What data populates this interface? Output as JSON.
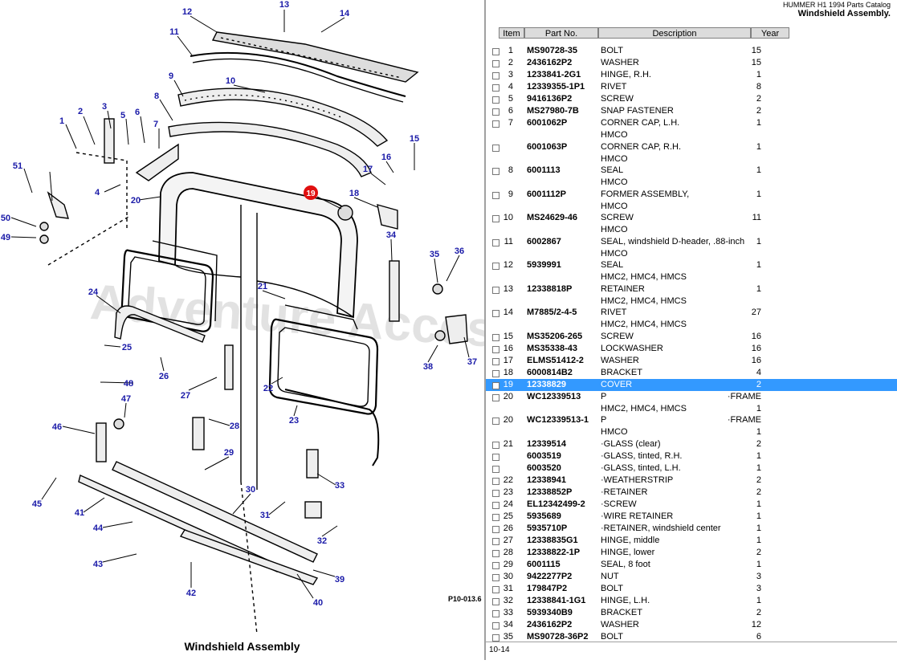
{
  "catalog_title": "HUMMER H1 1994 Parts Catalog",
  "section_title": "Windshield Assembly.",
  "diagram_title": "Windshield Assembly",
  "figure_id": "P10-013.6",
  "page_number": "10-14",
  "highlight_callout": "19",
  "watermark_text": "Adventure Accessories",
  "columns": {
    "item": "Item",
    "part": "Part No.",
    "desc": "Description",
    "year": "Year"
  },
  "rows": [
    {
      "item": "1",
      "part": "MS90728-35",
      "desc": "BOLT",
      "qty": "15"
    },
    {
      "item": "2",
      "part": "2436162P2",
      "desc": "WASHER",
      "qty": "15"
    },
    {
      "item": "3",
      "part": "1233841-2G1",
      "desc": "HINGE, R.H.",
      "qty": "1"
    },
    {
      "item": "4",
      "part": "12339355-1P1",
      "desc": "RIVET",
      "qty": "8"
    },
    {
      "item": "5",
      "part": "9416136P2",
      "desc": "SCREW",
      "qty": "2"
    },
    {
      "item": "6",
      "part": "MS27980-7B",
      "desc": "SNAP FASTENER",
      "qty": "2"
    },
    {
      "item": "7",
      "part": "6001062P",
      "desc": "CORNER CAP, L.H.",
      "qty": "1",
      "sub": "HMCO"
    },
    {
      "item": "",
      "part": "6001063P",
      "desc": "CORNER CAP, R.H.",
      "qty": "1",
      "sub": "HMCO"
    },
    {
      "item": "8",
      "part": "6001113",
      "desc": "SEAL",
      "qty": "1",
      "sub": "HMCO"
    },
    {
      "item": "9",
      "part": "6001112P",
      "desc": "FORMER ASSEMBLY,",
      "qty": "1",
      "sub": "HMCO"
    },
    {
      "item": "10",
      "part": "MS24629-46",
      "desc": "SCREW",
      "qty": "11",
      "sub": "HMCO"
    },
    {
      "item": "11",
      "part": "6002867",
      "desc": "SEAL, windshield D-header, .88-inch",
      "qty": "1",
      "sub": "HMCO"
    },
    {
      "item": "12",
      "part": "5939991",
      "desc": "SEAL",
      "qty": "1",
      "sub": "HMC2, HMC4, HMCS"
    },
    {
      "item": "13",
      "part": "12338818P",
      "desc": "RETAINER",
      "qty": "1",
      "sub": "HMC2, HMC4, HMCS"
    },
    {
      "item": "14",
      "part": "M7885/2-4-5",
      "desc": "RIVET",
      "qty": "27",
      "sub": "HMC2, HMC4, HMCS"
    },
    {
      "item": "15",
      "part": "MS35206-265",
      "desc": "SCREW",
      "qty": "16"
    },
    {
      "item": "16",
      "part": "MS35338-43",
      "desc": "LOCKWASHER",
      "qty": "16"
    },
    {
      "item": "17",
      "part": "ELMS51412-2",
      "desc": "WASHER",
      "qty": "16"
    },
    {
      "item": "18",
      "part": "6000814B2",
      "desc": "BRACKET",
      "qty": "4"
    },
    {
      "item": "19",
      "part": "12338829",
      "desc": "COVER",
      "qty": "2",
      "selected": true
    },
    {
      "item": "20",
      "part": "WC12339513",
      "desc": "P",
      "qty": "·FRAME",
      "sub": "HMC2, HMC4, HMCS",
      "subqty": "1"
    },
    {
      "item": "20",
      "part": "WC12339513-1",
      "desc": "P",
      "qty": "·FRAME",
      "sub": "HMCO",
      "subqty": "1"
    },
    {
      "item": "21",
      "part": "12339514",
      "desc": "·GLASS (clear)",
      "qty": "2"
    },
    {
      "item": "",
      "part": "6003519",
      "desc": "·GLASS, tinted, R.H.",
      "qty": "1"
    },
    {
      "item": "",
      "part": "6003520",
      "desc": "·GLASS, tinted, L.H.",
      "qty": "1"
    },
    {
      "item": "22",
      "part": "12338941",
      "desc": "·WEATHERSTRIP",
      "qty": "2"
    },
    {
      "item": "23",
      "part": "12338852P",
      "desc": "·RETAINER",
      "qty": "2"
    },
    {
      "item": "24",
      "part": "EL12342499-2",
      "desc": "·SCREW",
      "qty": "1"
    },
    {
      "item": "25",
      "part": "5935689",
      "desc": "·WIRE RETAINER",
      "qty": "1"
    },
    {
      "item": "26",
      "part": "5935710P",
      "desc": "·RETAINER, windshield center",
      "qty": "1"
    },
    {
      "item": "27",
      "part": "12338835G1",
      "desc": "HINGE, middle",
      "qty": "1"
    },
    {
      "item": "28",
      "part": "12338822-1P",
      "desc": "HINGE, lower",
      "qty": "2"
    },
    {
      "item": "29",
      "part": "6001115",
      "desc": "SEAL, 8 foot",
      "qty": "1"
    },
    {
      "item": "30",
      "part": "9422277P2",
      "desc": "NUT",
      "qty": "3"
    },
    {
      "item": "31",
      "part": "179847P2",
      "desc": "BOLT",
      "qty": "3"
    },
    {
      "item": "32",
      "part": "12338841-1G1",
      "desc": "HINGE, L.H.",
      "qty": "1"
    },
    {
      "item": "33",
      "part": "5939340B9",
      "desc": "BRACKET",
      "qty": "2"
    },
    {
      "item": "34",
      "part": "2436162P2",
      "desc": "WASHER",
      "qty": "12"
    },
    {
      "item": "35",
      "part": "MS90728-36P2",
      "desc": "BOLT",
      "qty": "6"
    }
  ],
  "callouts": [
    "1",
    "2",
    "3",
    "4",
    "5",
    "6",
    "7",
    "8",
    "9",
    "10",
    "11",
    "12",
    "13",
    "14",
    "15",
    "16",
    "17",
    "18",
    "20",
    "21",
    "22",
    "23",
    "24",
    "25",
    "26",
    "27",
    "28",
    "29",
    "30",
    "31",
    "32",
    "33",
    "34",
    "35",
    "36",
    "37",
    "38",
    "39",
    "40",
    "41",
    "42",
    "43",
    "44",
    "45",
    "46",
    "47",
    "48",
    "49",
    "50",
    "51"
  ],
  "colors": {
    "callout": "#1a1aa8",
    "selected_row": "#3399ff",
    "highlight": "#e01010",
    "header_bg": "#dcdcdc"
  }
}
